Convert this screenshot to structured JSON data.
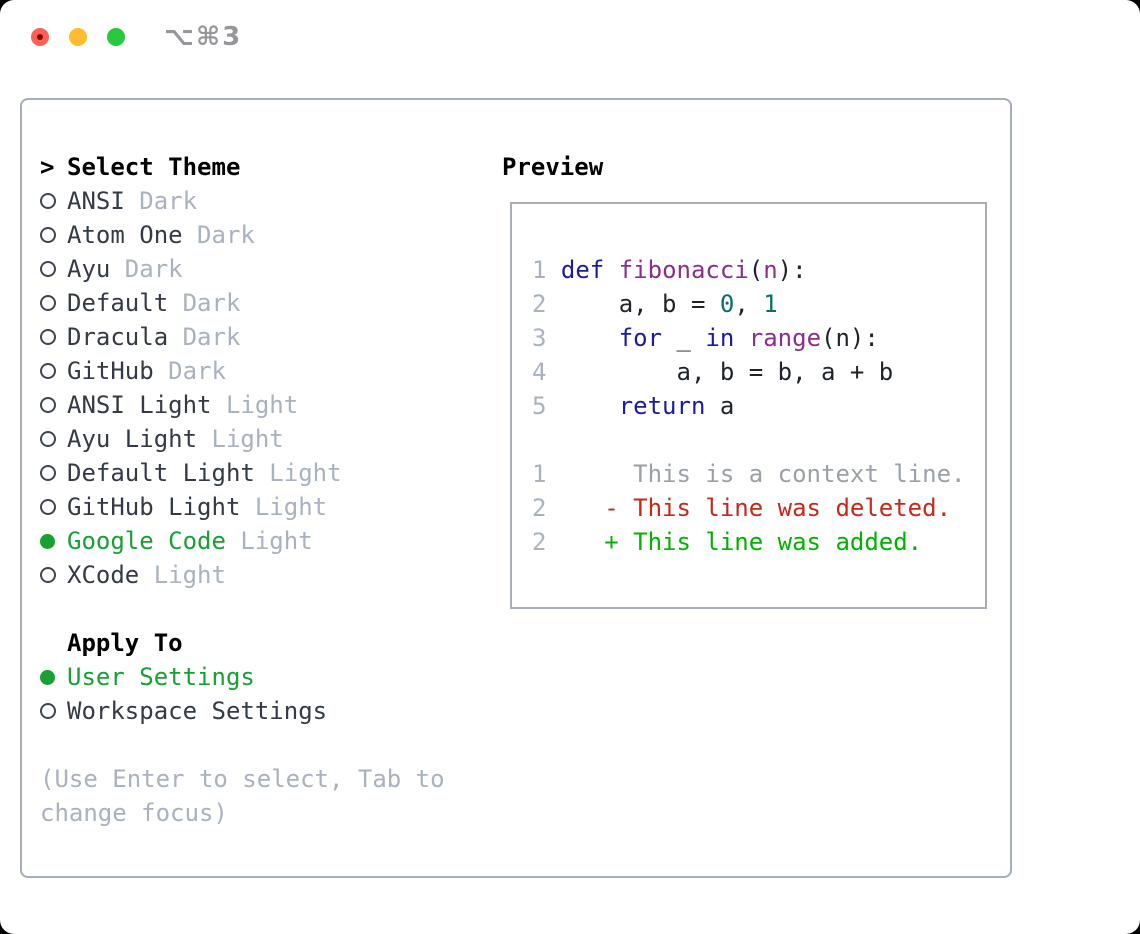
{
  "window": {
    "title": "⌥⌘3",
    "traffic_lights": [
      "close",
      "minimize",
      "zoom"
    ]
  },
  "picker": {
    "prompt": ">",
    "header": "Select Theme",
    "themes": [
      {
        "name": "ANSI",
        "tag": "Dark",
        "selected": false
      },
      {
        "name": "Atom One",
        "tag": "Dark",
        "selected": false
      },
      {
        "name": "Ayu",
        "tag": "Dark",
        "selected": false
      },
      {
        "name": "Default",
        "tag": "Dark",
        "selected": false
      },
      {
        "name": "Dracula",
        "tag": "Dark",
        "selected": false
      },
      {
        "name": "GitHub",
        "tag": "Dark",
        "selected": false
      },
      {
        "name": "ANSI Light",
        "tag": "Light",
        "selected": false
      },
      {
        "name": "Ayu Light",
        "tag": "Light",
        "selected": false
      },
      {
        "name": "Default Light",
        "tag": "Light",
        "selected": false
      },
      {
        "name": "GitHub Light",
        "tag": "Light",
        "selected": false
      },
      {
        "name": "Google Code",
        "tag": "Light",
        "selected": true
      },
      {
        "name": "XCode",
        "tag": "Light",
        "selected": false
      }
    ],
    "apply_to": {
      "label": "Apply To",
      "options": [
        {
          "name": "User Settings",
          "selected": true
        },
        {
          "name": "Workspace Settings",
          "selected": false
        }
      ]
    },
    "hint": "(Use Enter to select, Tab to change focus)"
  },
  "preview": {
    "label": "Preview",
    "code_lines": [
      {
        "num": "1",
        "tokens": [
          [
            "def",
            "keyword"
          ],
          [
            " ",
            "plain"
          ],
          [
            "fibonacci",
            "function"
          ],
          [
            "(",
            "plain"
          ],
          [
            "n",
            "function"
          ],
          [
            "):",
            "plain"
          ]
        ]
      },
      {
        "num": "2",
        "tokens": [
          [
            "    a, b = ",
            "plain"
          ],
          [
            "0",
            "number"
          ],
          [
            ", ",
            "plain"
          ],
          [
            "1",
            "number"
          ]
        ]
      },
      {
        "num": "3",
        "tokens": [
          [
            "    ",
            "plain"
          ],
          [
            "for",
            "keyword"
          ],
          [
            " _ ",
            "plain"
          ],
          [
            "in",
            "keyword"
          ],
          [
            " ",
            "plain"
          ],
          [
            "range",
            "function"
          ],
          [
            "(n):",
            "plain"
          ]
        ]
      },
      {
        "num": "4",
        "tokens": [
          [
            "        a, b = b, a + b",
            "plain"
          ]
        ]
      },
      {
        "num": "5",
        "tokens": [
          [
            "    ",
            "plain"
          ],
          [
            "return",
            "keyword"
          ],
          [
            " a",
            "plain"
          ]
        ]
      }
    ],
    "diff_lines": [
      {
        "num": "1",
        "text": "     This is a context line.",
        "kind": "context"
      },
      {
        "num": "2",
        "text": "   - This line was deleted.",
        "kind": "deleted"
      },
      {
        "num": "2",
        "text": "   + This line was added.",
        "kind": "added"
      }
    ]
  },
  "colors": {
    "accent_green": "#18a034",
    "traffic_red": "#ff5f57",
    "traffic_yellow": "#febc2e",
    "traffic_green": "#28c840",
    "border_gray": "#a7aeb9",
    "tag_gray": "#a9b2be",
    "item_text": "#343a46",
    "syntax_keyword": "#1a1aa6",
    "syntax_function": "#8a2f8a",
    "syntax_number": "#0b6e6e",
    "diff_context": "#9aa1a8",
    "diff_deleted": "#c8281a",
    "diff_added": "#00b300"
  }
}
